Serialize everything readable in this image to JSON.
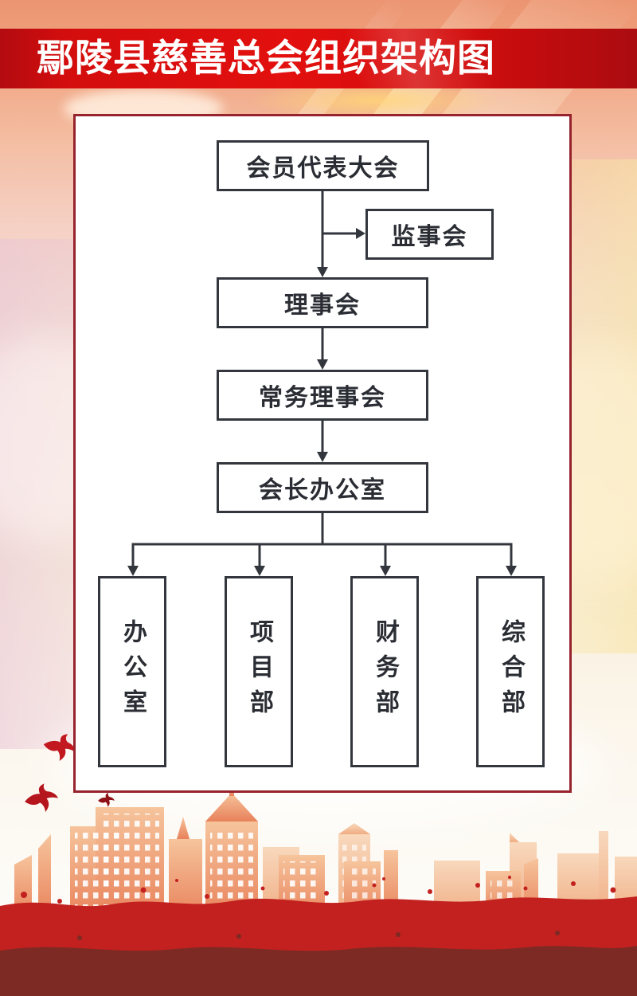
{
  "title": "鄢陵县慈善总会组织架构图",
  "org_chart": {
    "root": {
      "label": "会员代表大会"
    },
    "supervisory": {
      "label": "监事会"
    },
    "council": {
      "label": "理事会"
    },
    "standing_council": {
      "label": "常务理事会"
    },
    "president_office": {
      "label": "会长办公室"
    },
    "departments": [
      {
        "label": "办公室"
      },
      {
        "label": "项目部"
      },
      {
        "label": "财务部"
      },
      {
        "label": "综合部"
      }
    ]
  },
  "colors": {
    "banner_red": "#d30d0d",
    "panel_border_red": "#96232d",
    "node_border": "#33373d",
    "skyline_red": "#c2211f",
    "skyline_maroon": "#7d2a24",
    "dove_red": "#c2181f"
  }
}
